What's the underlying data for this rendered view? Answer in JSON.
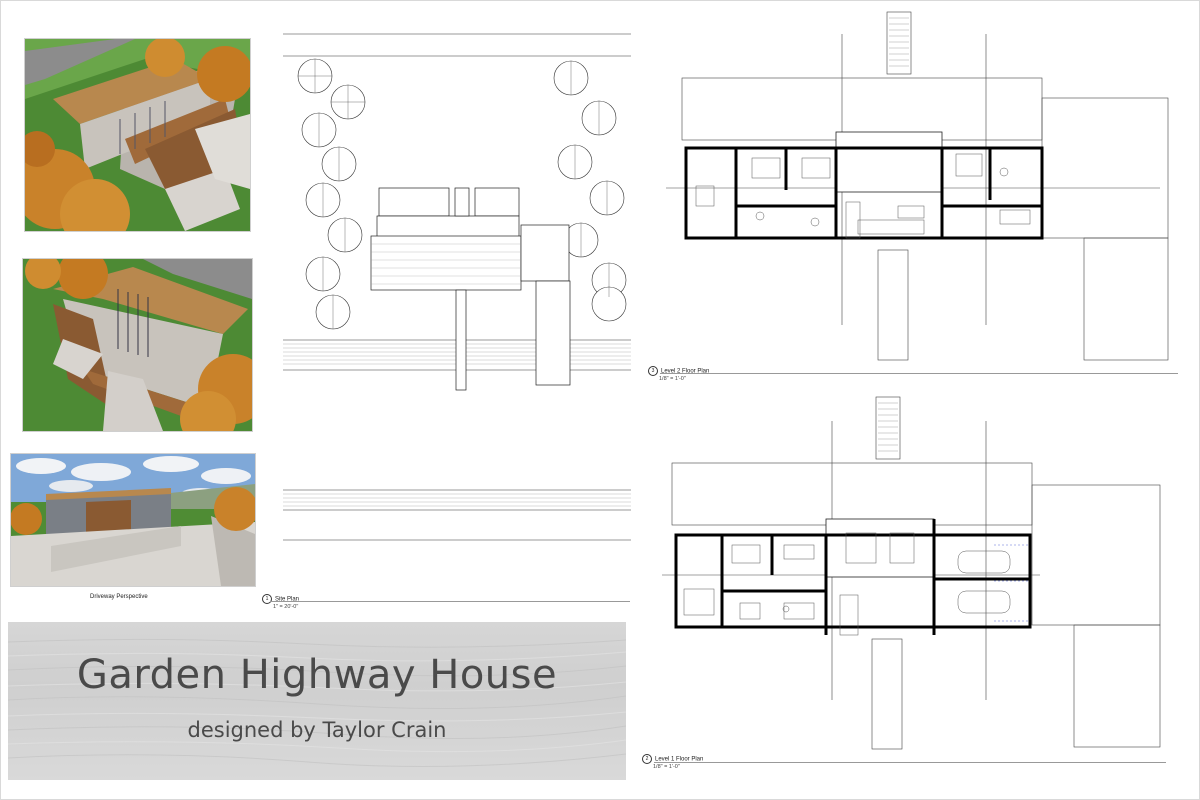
{
  "board": {
    "title": "Garden Highway House",
    "subtitle": "designed by Taylor Crain"
  },
  "renders": [
    {
      "name": "aerial-perspective-1"
    },
    {
      "name": "aerial-perspective-2"
    },
    {
      "name": "driveway-perspective",
      "caption": "Driveway Perspective"
    }
  ],
  "drawings": {
    "site_plan": {
      "number": "1",
      "label": "Site Plan",
      "scale": "1\" = 20'-0\""
    },
    "level2_plan": {
      "number": "3",
      "label": "Level 2 Floor Plan",
      "scale": "1/8\" = 1'-0\""
    },
    "level1_plan": {
      "number": "2",
      "label": "Level 1 Floor Plan",
      "scale": "1/8\" = 1'-0\""
    }
  },
  "colors": {
    "foliage": "#c9822a",
    "grass": "#5a9a3a",
    "roof": "#b8884e",
    "wall": "#c8c3bc",
    "wood": "#8a5a32",
    "linework": "#111111",
    "title_panel": "#d2d2d2"
  }
}
